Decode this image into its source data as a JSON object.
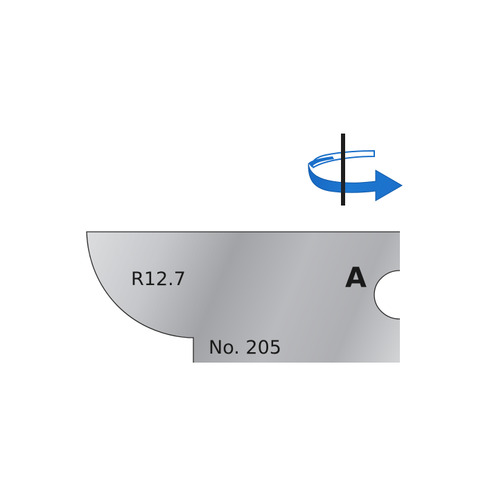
{
  "diagram": {
    "profile_label": "R12.7",
    "part_number": "No. 205",
    "side_marker": "A",
    "rotation_indicator": "clockwise-rotation-arrow",
    "colors": {
      "background": "#ffffff",
      "blade_light": "#d6d7d9",
      "blade_dark": "#a3a4a7",
      "outline": "#2a2a2a",
      "arrow_blue": "#1a6fc9",
      "arrow_blue_dark": "#0d58a8",
      "axis": "#1a1a1a",
      "text": "#1a1a1a"
    }
  }
}
